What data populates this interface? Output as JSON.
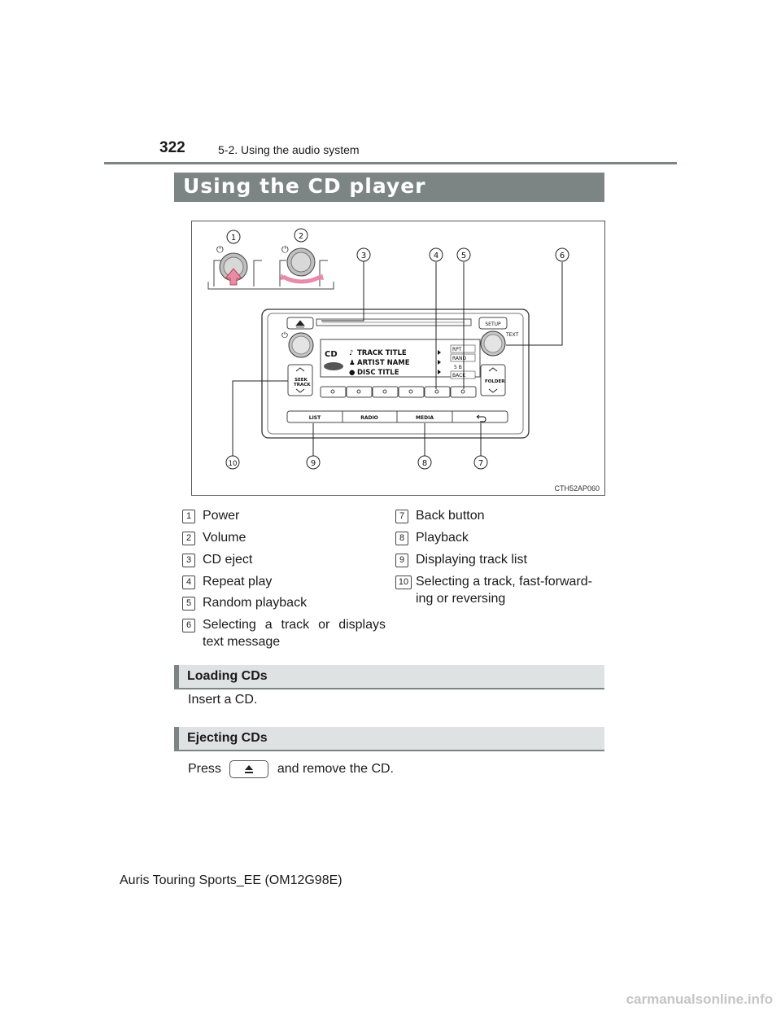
{
  "header": {
    "page_number": "322",
    "section": "5-2. Using the audio system"
  },
  "title": "Using the CD player",
  "figure": {
    "code": "CTH52AP060",
    "callouts": [
      "1",
      "2",
      "3",
      "4",
      "5",
      "6",
      "7",
      "8",
      "9",
      "10"
    ],
    "unit_labels": {
      "setup": "SETUP",
      "text": "TEXT",
      "seek_track": [
        "SEEK",
        "TRACK"
      ],
      "folder": "FOLDER",
      "list": "LIST",
      "radio": "RADIO",
      "media": "MEDIA",
      "cd": "CD",
      "track_title": "TRACK TITLE",
      "artist_name": "ARTIST NAME",
      "disc_title": "DISC TITLE",
      "rpt": "RPT",
      "rand": "RAND",
      "scan_text": "5 B",
      "back_text": "BACK"
    }
  },
  "legend": {
    "left": [
      {
        "num": "1",
        "text": "Power"
      },
      {
        "num": "2",
        "text": "Volume"
      },
      {
        "num": "3",
        "text": "CD eject"
      },
      {
        "num": "4",
        "text": "Repeat play"
      },
      {
        "num": "5",
        "text": "Random playback"
      },
      {
        "num": "6",
        "text": "Selecting a track or displays text message"
      }
    ],
    "right": [
      {
        "num": "7",
        "text": "Back button"
      },
      {
        "num": "8",
        "text": "Playback"
      },
      {
        "num": "9",
        "text": "Displaying track list"
      },
      {
        "num": "10",
        "text": "Selecting a track, fast-forward-ing or reversing"
      }
    ]
  },
  "loading": {
    "heading": "Loading CDs",
    "text": "Insert a CD."
  },
  "ejecting": {
    "heading": "Ejecting CDs",
    "text_before": "Press",
    "text_after": "and remove the CD.",
    "button_icon": "eject-icon"
  },
  "footer": "Auris Touring Sports_EE (OM12G98E)",
  "watermark": "carmanualsonline.info"
}
